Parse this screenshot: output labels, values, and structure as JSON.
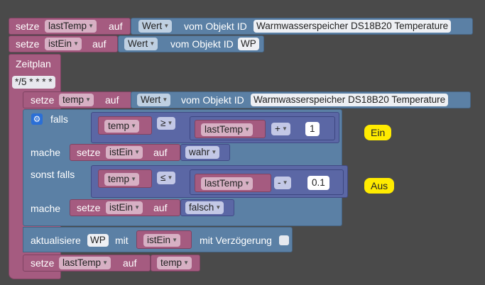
{
  "line1": {
    "setze": "setze",
    "var": "lastTemp",
    "auf": "auf",
    "wert": "Wert",
    "vom": "vom Objekt ID",
    "obj": "Warmwasserspeicher DS18B20  Temperature"
  },
  "line2": {
    "setze": "setze",
    "var": "istEin",
    "auf": "auf",
    "wert": "Wert",
    "vom": "vom Objekt ID",
    "obj": "WP"
  },
  "schedule": {
    "title": "Zeitplan",
    "cron": "*/5 * * * *"
  },
  "line3": {
    "setze": "setze",
    "var": "temp",
    "auf": "auf",
    "wert": "Wert",
    "vom": "vom Objekt ID",
    "obj": "Warmwasserspeicher DS18B20  Temperature"
  },
  "ifblock": {
    "falls": "falls",
    "cond1": {
      "left": "temp",
      "op": "≥",
      "var": "lastTemp",
      "math_op": "+",
      "num": "1"
    },
    "mache1": "mache",
    "do1": {
      "setze": "setze",
      "var": "istEin",
      "auf": "auf",
      "val": "wahr"
    },
    "sonst": "sonst falls",
    "cond2": {
      "left": "temp",
      "op": "≤",
      "var": "lastTemp",
      "math_op": "-",
      "num": "0.1"
    },
    "mache2": "mache",
    "do2": {
      "setze": "setze",
      "var": "istEin",
      "auf": "auf",
      "val": "falsch"
    }
  },
  "update": {
    "label": "aktualisiere",
    "obj": "WP",
    "mit": "mit",
    "var": "istEin",
    "delay": "mit Verzögerung"
  },
  "line_last": {
    "setze": "setze",
    "var": "lastTemp",
    "auf": "auf",
    "val": "temp"
  },
  "notes": {
    "ein": "Ein",
    "aus": "Aus"
  },
  "colors": {
    "variable": "#a55b80",
    "control": "#5b80a5",
    "logic": "#5b67a5",
    "comment": "#ffeb00"
  },
  "icons": {
    "gear": "gear-icon",
    "dropdown": "chevron-down-icon"
  }
}
